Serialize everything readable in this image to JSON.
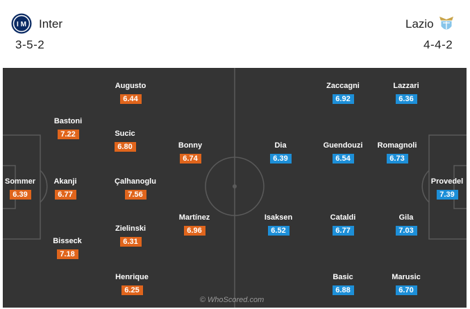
{
  "header": {
    "home": {
      "name": "Inter",
      "formation": "3-5-2",
      "crest_icon": "inter-crest-icon",
      "crest_color": "#0a2a63"
    },
    "away": {
      "name": "Lazio",
      "formation": "4-4-2",
      "crest_icon": "lazio-crest-icon",
      "crest_color": "#87c5ea"
    }
  },
  "colors": {
    "pitch": "#343434",
    "lines": "#5a5a5a",
    "home_rating": "#e0651c",
    "away_rating": "#1d8fd8"
  },
  "home_players": [
    {
      "name": "Sommer",
      "rating": "6.39"
    },
    {
      "name": "Bastoni",
      "rating": "7.22"
    },
    {
      "name": "Akanji",
      "rating": "6.77"
    },
    {
      "name": "Bisseck",
      "rating": "7.18"
    },
    {
      "name": "Augusto",
      "rating": "6.44"
    },
    {
      "name": "Sucic",
      "rating": "6.80"
    },
    {
      "name": "Çalhanoglu",
      "rating": "7.56"
    },
    {
      "name": "Zielinski",
      "rating": "6.31"
    },
    {
      "name": "Henrique",
      "rating": "6.25"
    },
    {
      "name": "Bonny",
      "rating": "6.74"
    },
    {
      "name": "Martínez",
      "rating": "6.96"
    }
  ],
  "away_players": [
    {
      "name": "Provedel",
      "rating": "7.39"
    },
    {
      "name": "Lazzari",
      "rating": "6.36"
    },
    {
      "name": "Romagnoli",
      "rating": "6.73"
    },
    {
      "name": "Gila",
      "rating": "7.03"
    },
    {
      "name": "Marusic",
      "rating": "6.70"
    },
    {
      "name": "Zaccagni",
      "rating": "6.92"
    },
    {
      "name": "Guendouzi",
      "rating": "6.54"
    },
    {
      "name": "Cataldi",
      "rating": "6.77"
    },
    {
      "name": "Basic",
      "rating": "6.88"
    },
    {
      "name": "Dia",
      "rating": "6.39"
    },
    {
      "name": "Isaksen",
      "rating": "6.52"
    }
  ],
  "watermark": "© WhoScored.com"
}
